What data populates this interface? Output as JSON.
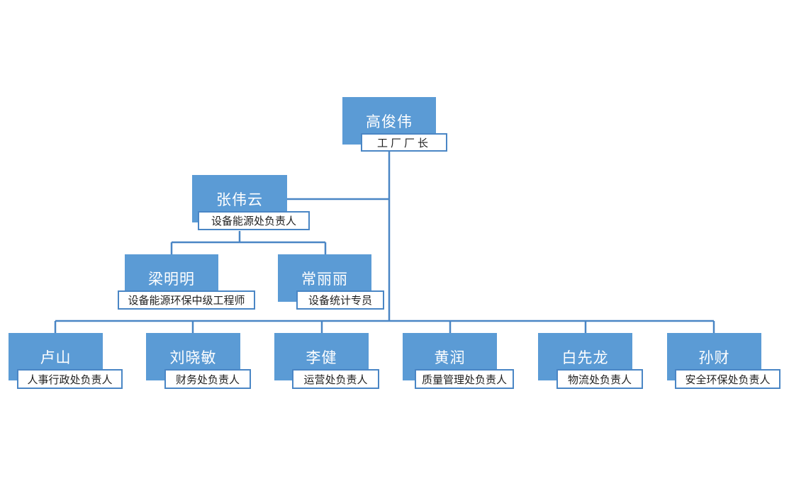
{
  "colors": {
    "node_fill": "#5b9bd5",
    "node_text": "#ffffff",
    "title_border": "#4a86c5",
    "connector": "#4a86c5"
  },
  "nodes": {
    "gao_junwei": {
      "name": "高俊伟",
      "title": "工厂厂长"
    },
    "zhang_weiyun": {
      "name": "张伟云",
      "title": "设备能源处负责人"
    },
    "liang_mingming": {
      "name": "梁明明",
      "title": "设备能源环保中级工程师"
    },
    "chang_lili": {
      "name": "常丽丽",
      "title": "设备统计专员"
    },
    "lu_shan": {
      "name": "卢山",
      "title": "人事行政处负责人"
    },
    "liu_xiaomin": {
      "name": "刘晓敏",
      "title": "财务处负责人"
    },
    "li_jian": {
      "name": "李健",
      "title": "运营处负责人"
    },
    "huang_run": {
      "name": "黄润",
      "title": "质量管理处负责人"
    },
    "bai_xianlong": {
      "name": "白先龙",
      "title": "物流处负责人"
    },
    "sun_cai": {
      "name": "孙财",
      "title": "安全环保处负责人"
    }
  }
}
